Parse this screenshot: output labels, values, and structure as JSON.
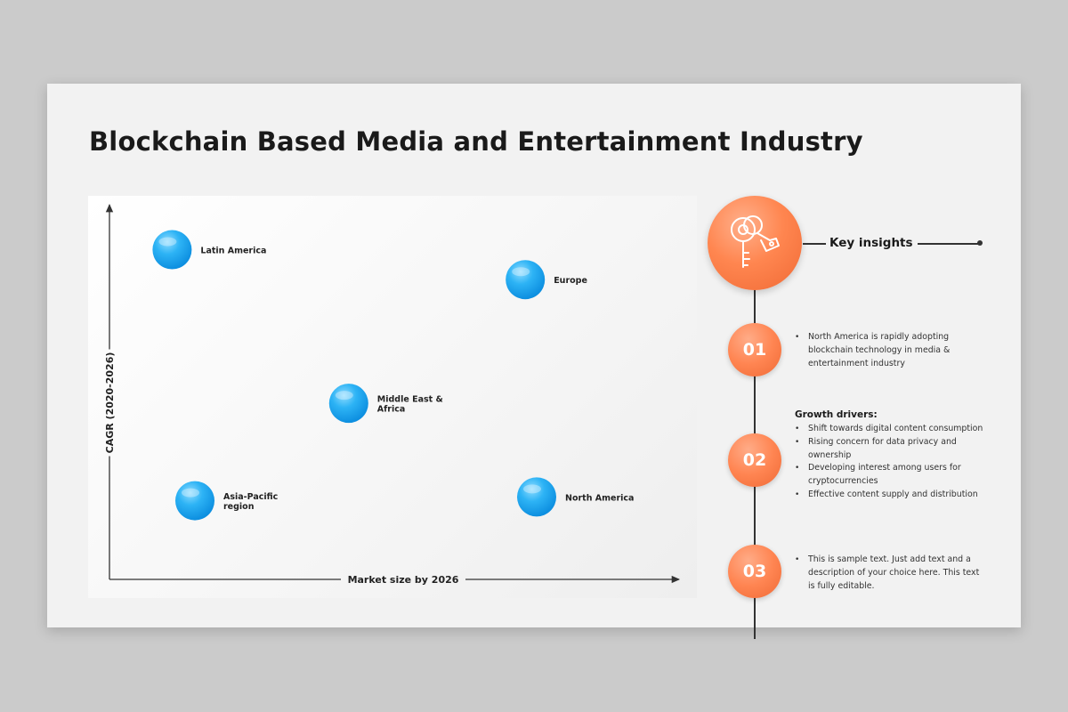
{
  "title": "Blockchain Based Media and Entertainment Industry",
  "chart_data": {
    "type": "scatter",
    "xlabel": "Market size by 2026",
    "ylabel": "CAGR (2020-2026)",
    "xlim": [
      0,
      10
    ],
    "ylim": [
      0,
      10
    ],
    "points": [
      {
        "label": [
          "Latin America"
        ],
        "x": 1.1,
        "y": 8.8
      },
      {
        "label": [
          "Europe"
        ],
        "x": 7.3,
        "y": 8.0
      },
      {
        "label": [
          "Middle East &",
          "Africa"
        ],
        "x": 4.2,
        "y": 4.7
      },
      {
        "label": [
          "Asia-Pacific",
          "region"
        ],
        "x": 1.5,
        "y": 2.1
      },
      {
        "label": [
          "North America"
        ],
        "x": 7.5,
        "y": 2.2
      }
    ],
    "colors": {
      "point": "#1aa3ef",
      "point_highlight": "#6fd0ff",
      "axis": "#333333"
    }
  },
  "insights": {
    "header": "Key insights",
    "header_icon": "keys-icon",
    "items": [
      {
        "number": "01",
        "heading": "",
        "bullets": [
          "North America is rapidly adopting blockchain technology in media & entertainment industry"
        ]
      },
      {
        "number": "02",
        "heading": "Growth drivers:",
        "bullets": [
          "Shift towards digital content consumption",
          "Rising concern for data privacy and ownership",
          "Developing interest among users for cryptocurrencies",
          "Effective content supply and distribution"
        ]
      },
      {
        "number": "03",
        "heading": "",
        "bullets": [
          "This is sample text. Just add text and a description of your choice here. This text is fully editable."
        ]
      }
    ],
    "accent_color": "#ff7f4a"
  }
}
